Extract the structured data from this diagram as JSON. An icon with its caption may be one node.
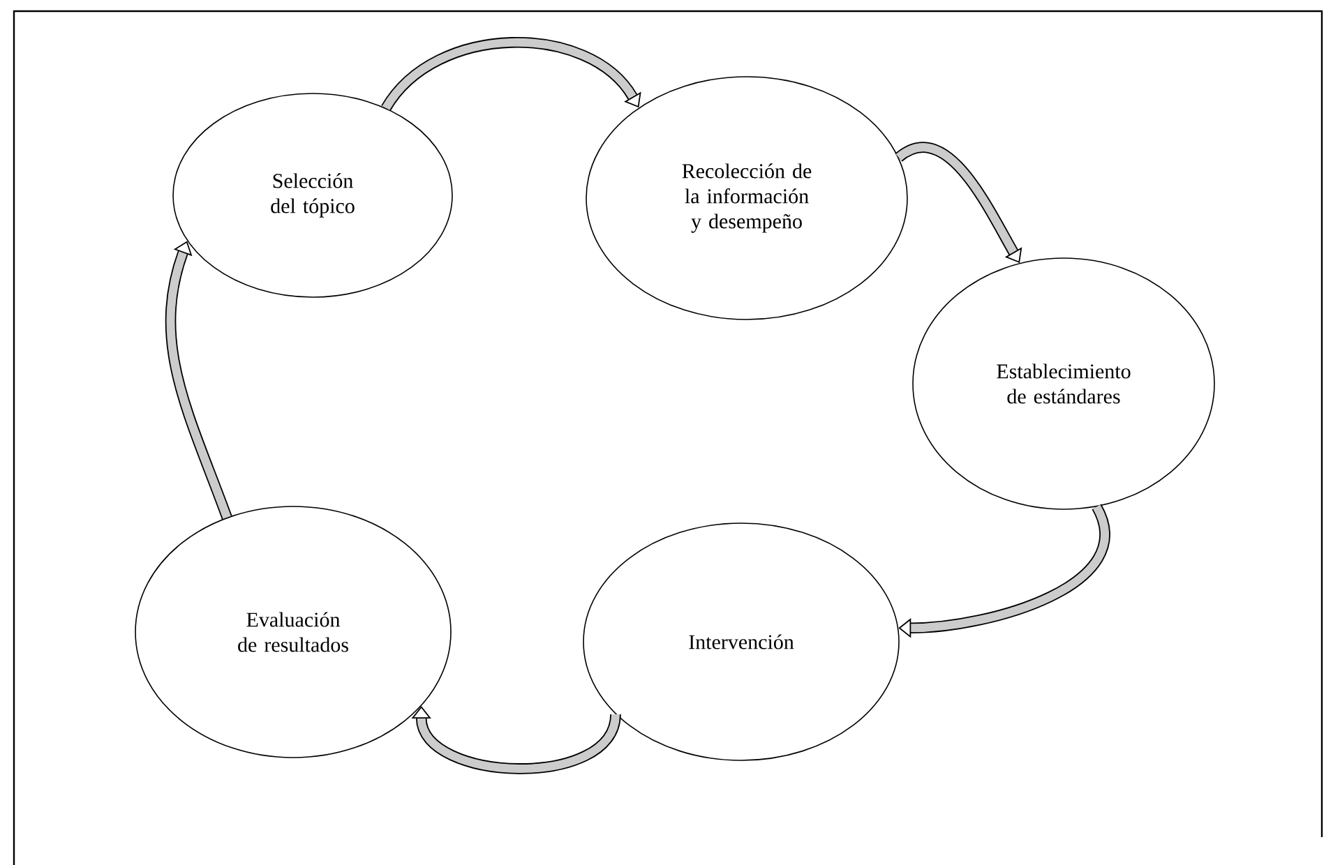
{
  "diagram": {
    "nodes": [
      {
        "text": [
          "Selección del tópico"
        ]
      },
      {
        "text": [
          "Recolección de la información y desempeño"
        ]
      },
      {
        "text": [
          "Establecimiento de estándares"
        ]
      },
      {
        "text": [
          "Intervención"
        ]
      },
      {
        "text": [
          "Evaluación de resultados"
        ]
      }
    ],
    "edges": [
      {
        "from": 0,
        "to": 1,
        "arrow": "to"
      },
      {
        "from": 1,
        "to": 2,
        "arrow": "to"
      },
      {
        "from": 2,
        "to": 3,
        "arrow": "to"
      },
      {
        "from": 3,
        "to": 4,
        "arrow": "to"
      },
      {
        "from": 4,
        "to": 0,
        "arrow": "to"
      }
    ]
  }
}
